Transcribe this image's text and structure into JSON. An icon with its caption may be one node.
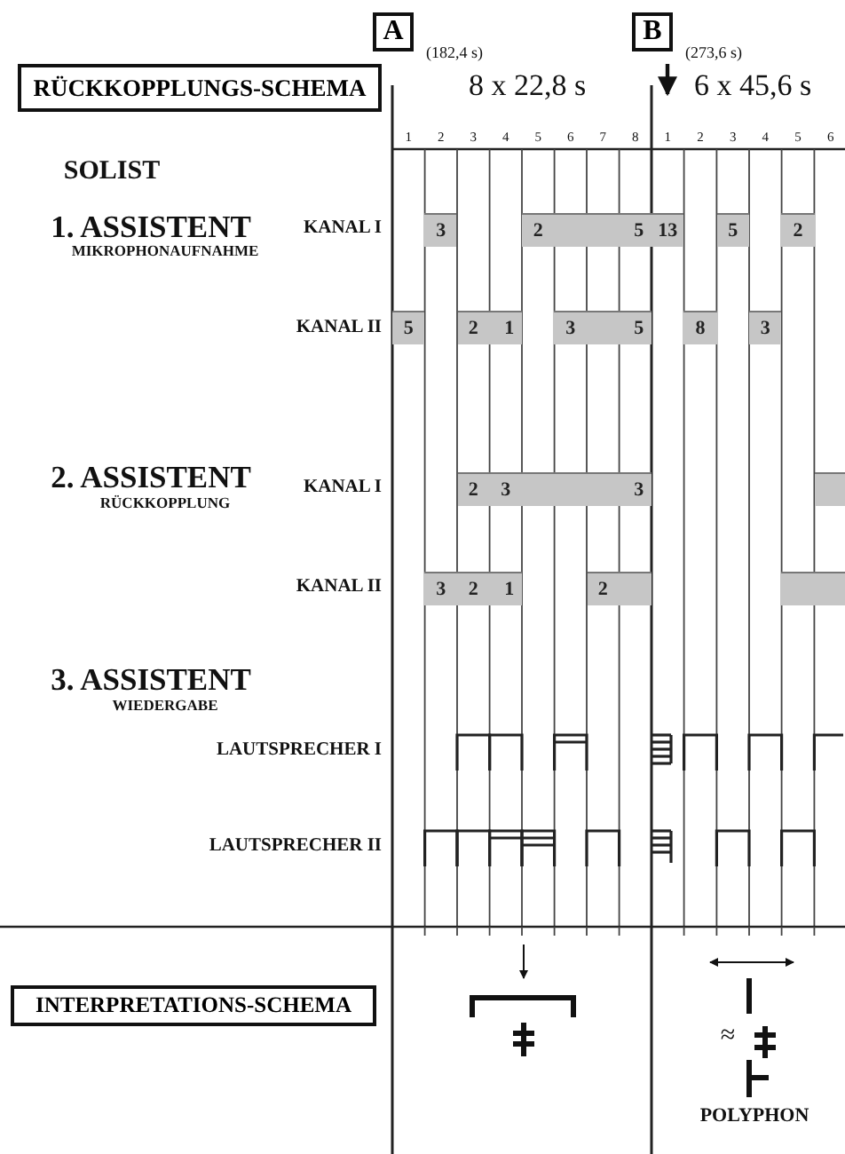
{
  "diagram": {
    "nodes": [
      {
        "text": [
          "A"
        ],
        "beside": [
          "(182,4 s)"
        ]
      },
      {
        "text": [
          "B"
        ],
        "beside": [
          "(273,6 s)"
        ]
      },
      {
        "text": [
          "RÜCKKOPPLUNGS-SCHEMA"
        ]
      },
      {
        "text": [
          "3"
        ]
      },
      {
        "text": [
          "2",
          "5"
        ]
      },
      {
        "text": [
          "13"
        ]
      },
      {
        "text": [
          "5"
        ]
      },
      {
        "text": [
          "2"
        ]
      },
      {
        "text": [
          "5"
        ]
      },
      {
        "text": [
          "2",
          "1"
        ]
      },
      {
        "text": [
          "3",
          "5"
        ]
      },
      {
        "text": [
          "8"
        ]
      },
      {
        "text": [
          "3"
        ]
      },
      {
        "text": [
          "2",
          "3",
          "3"
        ]
      },
      {
        "text": [],
        "shape": "bar"
      },
      {
        "text": [
          "3",
          "2",
          "1"
        ]
      },
      {
        "text": [
          "2"
        ]
      },
      {
        "text": [],
        "shape": "bar"
      },
      {
        "text": [
          "INTERPRETATIONS-SCHEMA"
        ]
      }
    ],
    "labels": [
      "8 x 22,8 s",
      "6 x 45,6 s",
      "1",
      "2",
      "3",
      "4",
      "5",
      "6",
      "7",
      "8",
      "1",
      "2",
      "3",
      "4",
      "5",
      "6",
      "SOLIST",
      "1. ASSISTENT",
      "KANAL I",
      "MIKROPHONAUFNAHME",
      "KANAL II",
      "2. ASSISTENT",
      "KANAL I",
      "RÜCKKOPPLUNG",
      "KANAL II",
      "3. ASSISTENT",
      "WIEDERGABE",
      "LAUTSPRECHER I",
      "LAUTSPRECHER II",
      "≈",
      "POLYPHON"
    ]
  }
}
